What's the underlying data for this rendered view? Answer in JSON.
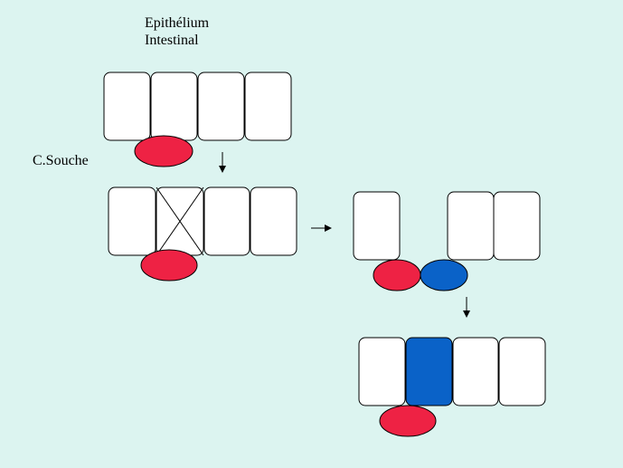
{
  "labels": {
    "epithelium_line1": "Epithélium",
    "epithelium_line2": "Intestinal",
    "stem_cell": "C.Souche"
  },
  "colors": {
    "background": "#dcf4f0",
    "cell_fill": "#ffffff",
    "stem_cell": "#ee2244",
    "new_cell": "#0a62c8",
    "outline": "#000000"
  },
  "stages": [
    {
      "stage": 1,
      "epithelial_cells": 4,
      "description_icons": [
        "stem-cell-red"
      ]
    },
    {
      "stage": 2,
      "epithelial_cells": 4,
      "dying_cell_index": 2,
      "description_icons": [
        "stem-cell-red",
        "cross-icon"
      ]
    },
    {
      "stage": 3,
      "epithelial_cells": 3,
      "gap_after_index": 1,
      "description_icons": [
        "stem-cell-red",
        "daughter-cell-blue"
      ]
    },
    {
      "stage": 4,
      "epithelial_cells": 4,
      "replaced_cell_index": 2,
      "description_icons": [
        "stem-cell-red"
      ]
    }
  ]
}
